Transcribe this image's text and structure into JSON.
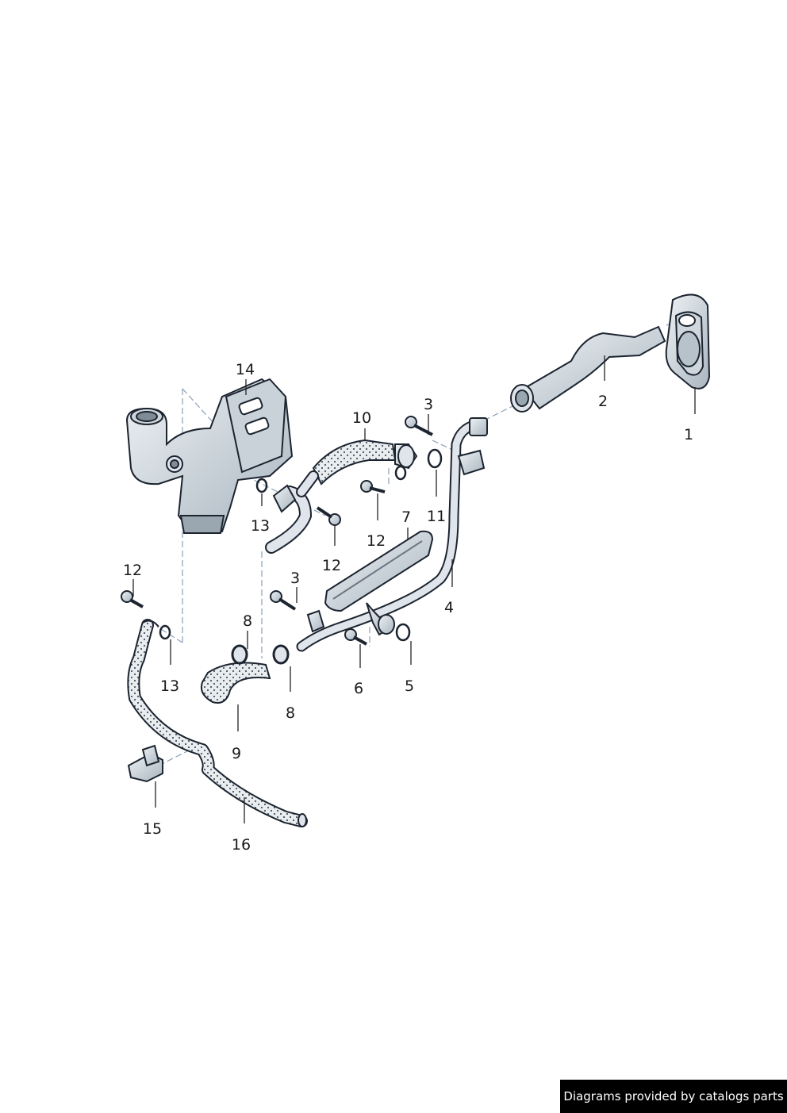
{
  "callouts": [
    {
      "id": "label-1",
      "text": "1"
    },
    {
      "id": "label-2",
      "text": "2"
    },
    {
      "id": "label-3a",
      "text": "3"
    },
    {
      "id": "label-3b",
      "text": "3"
    },
    {
      "id": "label-4",
      "text": "4"
    },
    {
      "id": "label-5",
      "text": "5"
    },
    {
      "id": "label-6",
      "text": "6"
    },
    {
      "id": "label-7",
      "text": "7"
    },
    {
      "id": "label-8a",
      "text": "8"
    },
    {
      "id": "label-8b",
      "text": "8"
    },
    {
      "id": "label-9",
      "text": "9"
    },
    {
      "id": "label-10",
      "text": "10"
    },
    {
      "id": "label-11",
      "text": "11"
    },
    {
      "id": "label-12a",
      "text": "12"
    },
    {
      "id": "label-12b",
      "text": "12"
    },
    {
      "id": "label-12c",
      "text": "12"
    },
    {
      "id": "label-13a",
      "text": "13"
    },
    {
      "id": "label-13b",
      "text": "13"
    },
    {
      "id": "label-14",
      "text": "14"
    },
    {
      "id": "label-15",
      "text": "15"
    },
    {
      "id": "label-16",
      "text": "16"
    }
  ],
  "credit": "Diagrams provided by catalogs parts",
  "colors": {
    "part_fill": "#d8dee3",
    "part_shadow": "#9aa6b0",
    "outline": "#1c2430",
    "leader": "#222222",
    "dash": "#8aa0b8"
  }
}
